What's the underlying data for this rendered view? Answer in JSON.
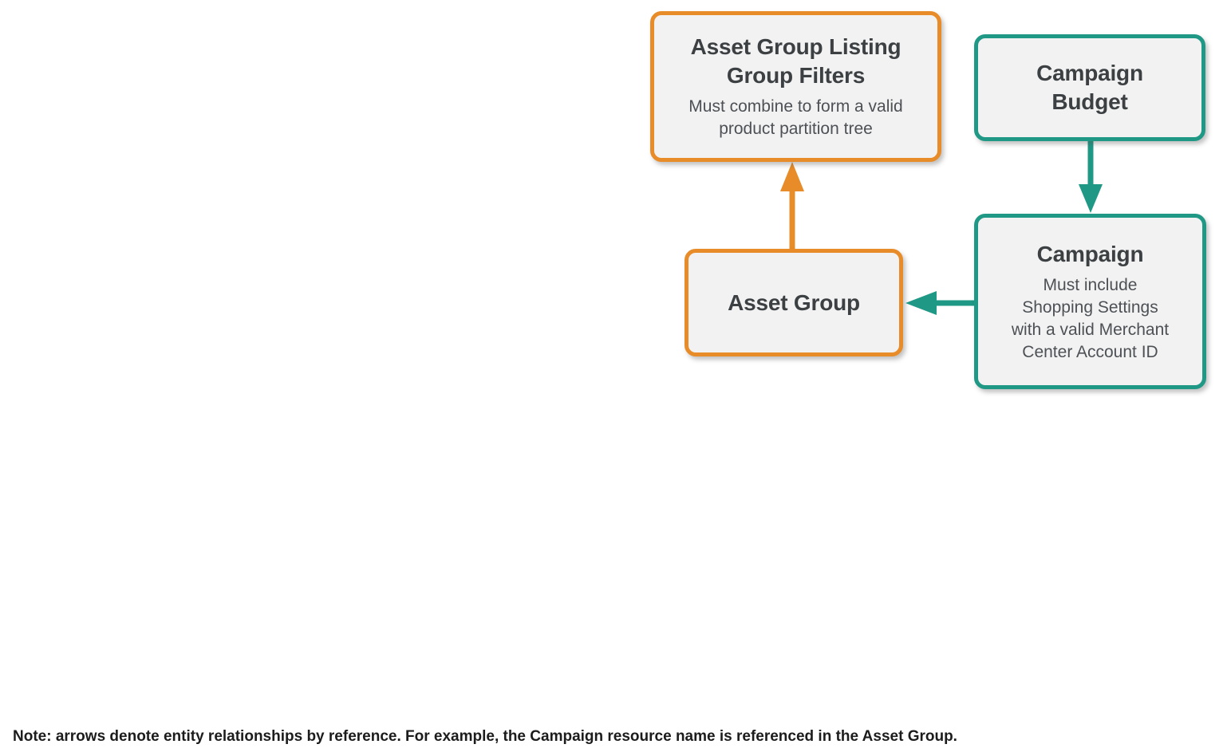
{
  "palette": {
    "orange": "#E78C28",
    "teal": "#1F9886",
    "box_fill": "#F2F2F2",
    "title_color": "#3C4043",
    "subtitle_color": "#4D5156",
    "note_color": "#1C1C1C",
    "background": "#FFFFFF"
  },
  "nodes": {
    "listing_group_filters": {
      "title": "Asset Group Listing Group Filters",
      "title_lines": [
        "Asset Group Listing",
        "Group Filters"
      ],
      "subtitle": "Must combine to form a valid product partition tree",
      "subtitle_lines": [
        "Must combine to form a valid",
        "product partition tree"
      ],
      "accent": "orange"
    },
    "campaign_budget": {
      "title": "Campaign Budget",
      "title_lines": [
        "Campaign",
        "Budget"
      ],
      "accent": "teal"
    },
    "asset_group": {
      "title": "Asset Group",
      "accent": "orange"
    },
    "campaign": {
      "title": "Campaign",
      "subtitle": "Must include Shopping Settings with a valid Merchant Center Account ID",
      "subtitle_lines": [
        "Must include",
        "Shopping Settings",
        "with a valid Merchant",
        "Center Account ID"
      ],
      "accent": "teal"
    }
  },
  "edges": [
    {
      "from": "Asset Group",
      "to": "Asset Group Listing Group Filters",
      "color": "orange",
      "arrow_direction": "up"
    },
    {
      "from": "Campaign Budget",
      "to": "Campaign",
      "color": "teal",
      "arrow_direction": "down"
    },
    {
      "from": "Campaign",
      "to": "Asset Group",
      "color": "teal",
      "arrow_direction": "left"
    }
  ],
  "note": "Note: arrows denote entity relationships by reference. For example, the Campaign resource name is referenced in the Asset Group."
}
